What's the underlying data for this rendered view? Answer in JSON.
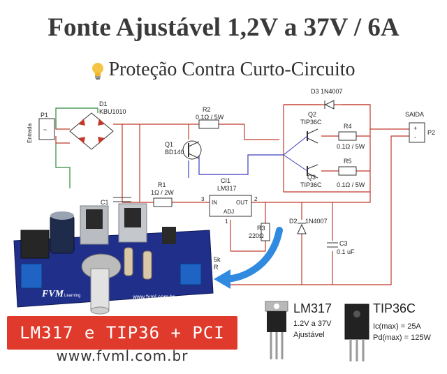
{
  "header": {
    "title": "Fonte Ajustável 1,2V a 37V / 6A",
    "subtitle": "Proteção Contra Curto-Circuito"
  },
  "schematic": {
    "p1": "P1",
    "entrada": "Entrada",
    "d1": "D1",
    "kbu": "KBU1010",
    "c1": "C1",
    "r2": "R2",
    "r2_val": "0.1Ω / 5W",
    "q1": "Q1",
    "bd140": "BD140",
    "r1": "R1",
    "r1_val": "1Ω / 2W",
    "ci1": "CI1",
    "lm317": "LM317",
    "pin_in": "IN",
    "pin_out": "OUT",
    "pin_adj": "ADJ",
    "pin3": "3",
    "pin2": "2",
    "pin1": "1",
    "d3": "D3 1N4007",
    "q2": "Q2",
    "tip1": "TIP36C",
    "r4": "R4",
    "r4_val": "0.1Ω / 5W",
    "r5": "R5",
    "r5_val": "0.1Ω / 5W",
    "q3": "Q3",
    "tip2": "TIP36C",
    "saida": "SAIDA",
    "p2": "P2",
    "r3": "R3",
    "r3_val": "220Ω",
    "d2": "D2",
    "d2_val": "1N4007",
    "c3": "C3",
    "c3_val": "0.1 uF",
    "pot": "5k",
    "pot_id": "R"
  },
  "pcb": {
    "brand": "FVM",
    "brand_sub": "Learning",
    "site": "www.fvml.com.br"
  },
  "banner": {
    "text": "LM317 e TIP36 + PCI",
    "site": "www.fvml.com.br"
  },
  "components": {
    "lm317_name": "LM317",
    "lm317_line1": "1.2V a 37V",
    "lm317_line2": "Ajustável",
    "tip_name": "TIP36C",
    "tip_line1": "Ic(max) = 25A",
    "tip_line2": "Pd(max) = 125W"
  },
  "colors": {
    "wire_red": "#c0392b",
    "wire_blue": "#3b3bbd",
    "wire_green": "#2e8b3a",
    "pcb_blue": "#1f2f8a",
    "banner_red": "#e03a2c"
  }
}
